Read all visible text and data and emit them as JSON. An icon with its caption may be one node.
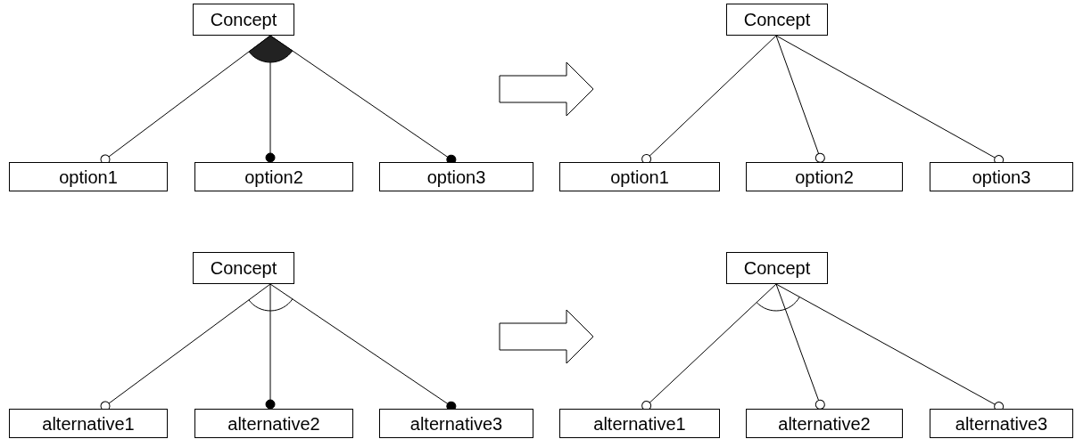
{
  "diagram": {
    "nodes": [
      {
        "text": [
          "Concept"
        ]
      },
      {
        "text": [
          "Concept"
        ]
      },
      {
        "text": [
          "option1"
        ]
      },
      {
        "text": [
          "option2"
        ]
      },
      {
        "text": [
          "option3"
        ]
      },
      {
        "text": [
          "option1"
        ]
      },
      {
        "text": [
          "option2"
        ]
      },
      {
        "text": [
          "option3"
        ]
      },
      {
        "text": [
          "Concept"
        ]
      },
      {
        "text": [
          "Concept"
        ]
      },
      {
        "text": [
          "alternative1"
        ]
      },
      {
        "text": [
          "alternative2"
        ]
      },
      {
        "text": [
          "alternative3"
        ]
      },
      {
        "text": [
          "alternative1"
        ]
      },
      {
        "text": [
          "alternative2"
        ]
      },
      {
        "text": [
          "alternative3"
        ]
      }
    ],
    "edges": [
      {
        "from": 0,
        "to": 2,
        "arrow": "other"
      },
      {
        "from": 0,
        "to": 3,
        "arrow": "other"
      },
      {
        "from": 0,
        "to": 4,
        "arrow": "other"
      },
      {
        "from": 1,
        "to": 5,
        "arrow": "other"
      },
      {
        "from": 1,
        "to": 6,
        "arrow": "other"
      },
      {
        "from": 1,
        "to": 7,
        "arrow": "other"
      },
      {
        "from": 8,
        "to": 10,
        "arrow": "other"
      },
      {
        "from": 8,
        "to": 11,
        "arrow": "other"
      },
      {
        "from": 8,
        "to": 12,
        "arrow": "other"
      },
      {
        "from": 9,
        "to": 13,
        "arrow": "other"
      },
      {
        "from": 9,
        "to": 14,
        "arrow": "other"
      },
      {
        "from": 9,
        "to": 15,
        "arrow": "other"
      }
    ]
  }
}
